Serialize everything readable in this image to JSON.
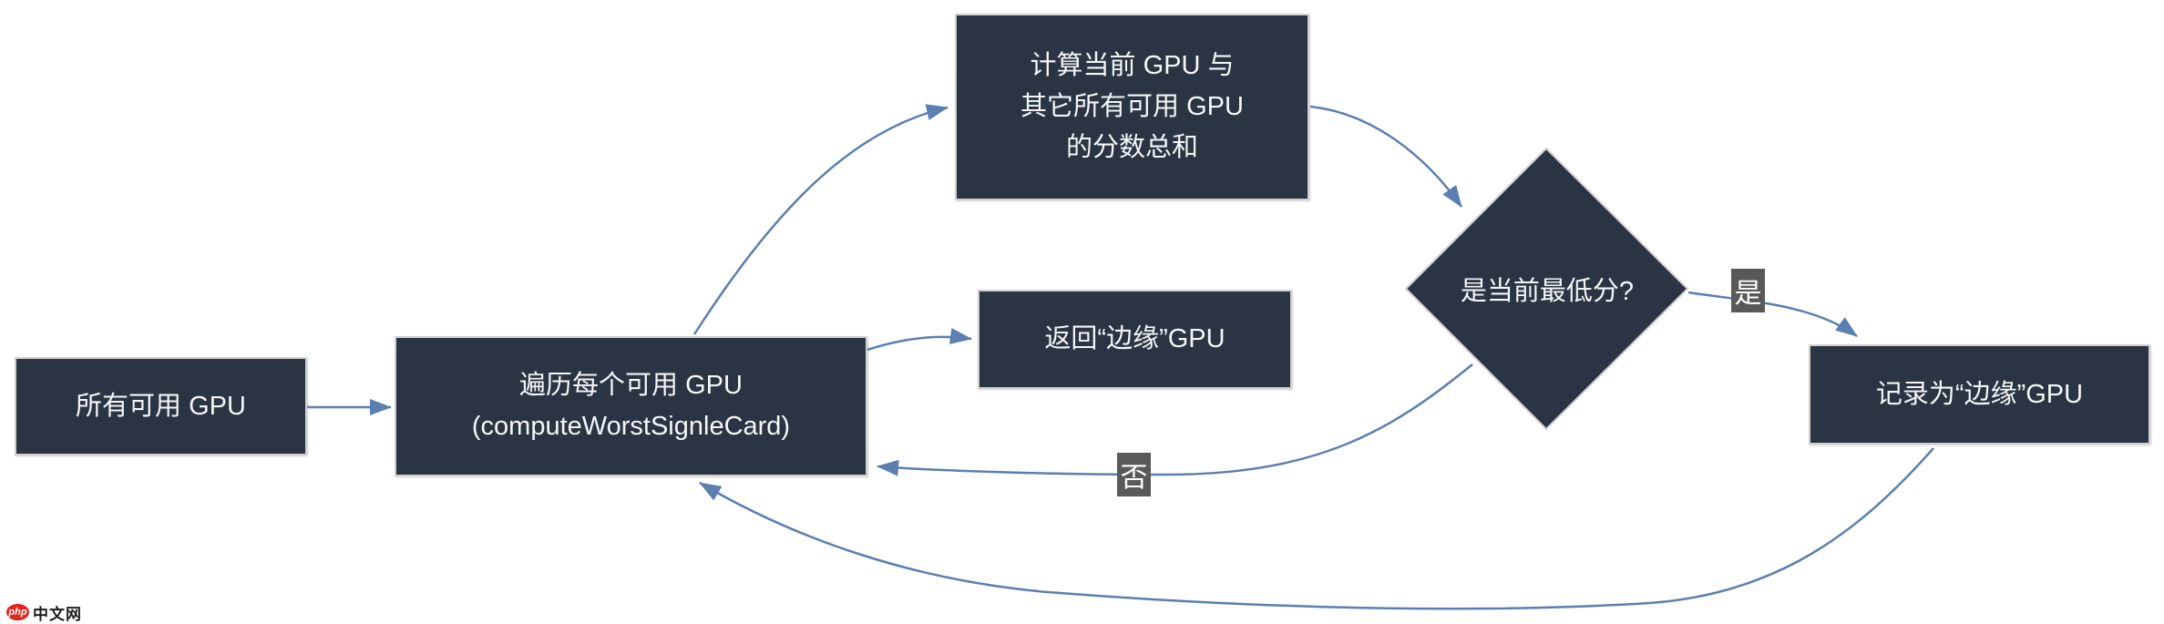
{
  "diagram": {
    "nodes": {
      "all_gpu": {
        "label": "所有可用 GPU"
      },
      "iterate": {
        "lines": [
          "遍历每个可用 GPU",
          "(computeWorstSignleCard)"
        ]
      },
      "compute": {
        "lines": [
          "计算当前 GPU 与",
          "其它所有可用 GPU",
          "的分数总和"
        ]
      },
      "return_edge": {
        "label": "返回“边缘”GPU"
      },
      "decision": {
        "label": "是当前最低分?"
      },
      "record": {
        "label": "记录为“边缘”GPU"
      }
    },
    "edges": [
      {
        "from": "all_gpu",
        "to": "iterate",
        "label": ""
      },
      {
        "from": "iterate",
        "to": "compute",
        "label": ""
      },
      {
        "from": "compute",
        "to": "decision",
        "label": ""
      },
      {
        "from": "iterate",
        "to": "return_edge",
        "label": ""
      },
      {
        "from": "decision",
        "to": "record",
        "label": "是"
      },
      {
        "from": "decision",
        "to": "iterate",
        "label": "否"
      },
      {
        "from": "record",
        "to": "iterate",
        "label": ""
      }
    ],
    "colors": {
      "node_fill": "#2b3442",
      "node_border": "#d0d0d0",
      "node_text": "#f4f6f9",
      "arrow": "#5a7fb0",
      "edge_label_bg": "#595959",
      "edge_label_text": "#ffffff"
    }
  },
  "watermark": {
    "badge": "php",
    "text": "中文网"
  }
}
